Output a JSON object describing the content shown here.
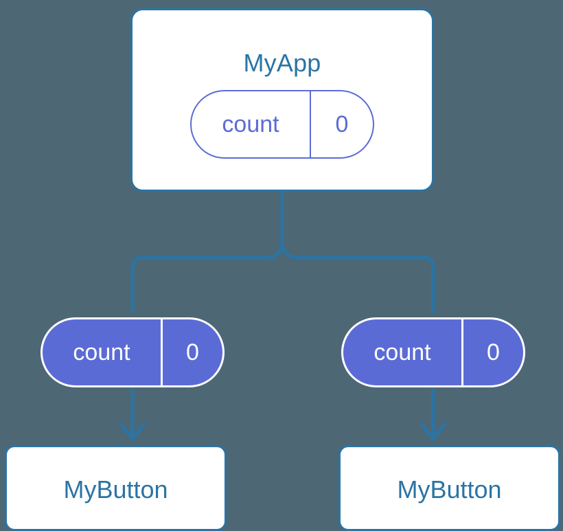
{
  "diagram": {
    "title_text": "React component tree with state flowing down as props",
    "background_color": "#4d6775",
    "accent_blue": "#2b74a4",
    "accent_purple": "#5b6bd6",
    "box_fill": "#ffffff"
  },
  "root": {
    "name": "MyApp",
    "state": {
      "key": "count",
      "value": "0"
    }
  },
  "children": [
    {
      "props": {
        "key": "count",
        "value": "0"
      },
      "component": {
        "name": "MyButton"
      }
    },
    {
      "props": {
        "key": "count",
        "value": "0"
      },
      "component": {
        "name": "MyButton"
      }
    }
  ],
  "edges": {
    "trunk_label": "state-down-connector",
    "left_arrow_label": "props-arrow-left",
    "right_arrow_label": "props-arrow-right",
    "stroke_color": "#2b74a4",
    "stroke_width": 5
  }
}
